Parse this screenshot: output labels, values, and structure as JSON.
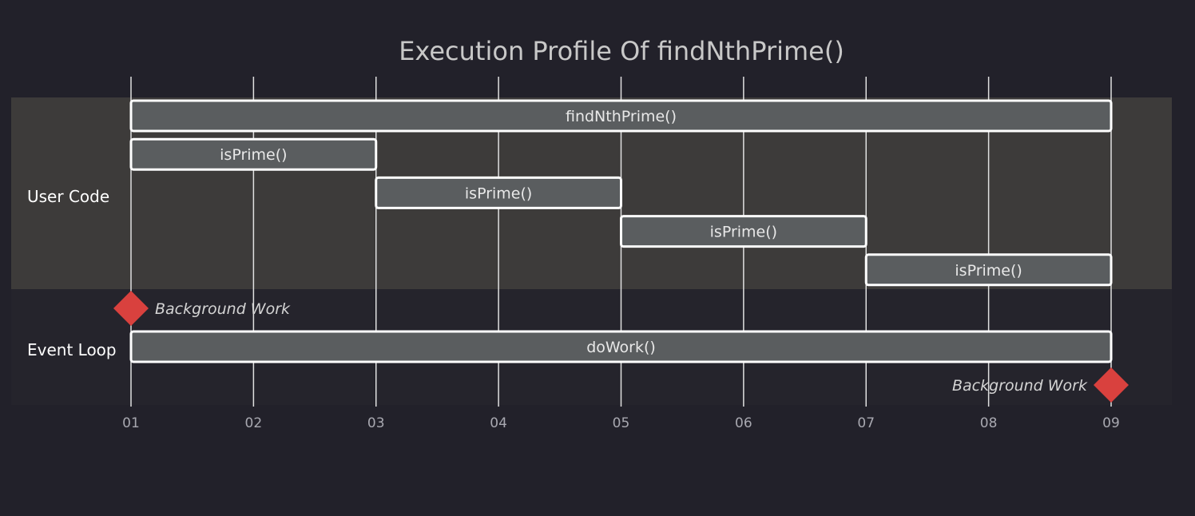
{
  "chart_data": {
    "type": "gantt",
    "title": "Execution Profile Of findNthPrime()",
    "x_ticks": [
      "01",
      "02",
      "03",
      "04",
      "05",
      "06",
      "07",
      "08",
      "09"
    ],
    "xlim": [
      1,
      9
    ],
    "grid": true,
    "colors": {
      "background": "#22212a",
      "section_user_code": "#3d3b3a",
      "section_event_loop": "#25242c",
      "task_fill": "#5a5d5f",
      "task_stroke": "#ffffff",
      "milestone": "#d9413e",
      "gridline": "#e0e0e0"
    },
    "sections": [
      {
        "name": "User Code",
        "tasks": [
          {
            "label": "findNthPrime()",
            "start": 1,
            "end": 9
          },
          {
            "label": "isPrime()",
            "start": 1,
            "end": 3
          },
          {
            "label": "isPrime()",
            "start": 3,
            "end": 5
          },
          {
            "label": "isPrime()",
            "start": 5,
            "end": 7
          },
          {
            "label": "isPrime()",
            "start": 7,
            "end": 9
          }
        ],
        "milestones": []
      },
      {
        "name": "Event Loop",
        "rows": [
          {
            "kind": "milestone",
            "label": "Background Work",
            "at": 1,
            "label_side": "right"
          },
          {
            "kind": "task",
            "label": "doWork()",
            "start": 1,
            "end": 9
          },
          {
            "kind": "milestone",
            "label": "Background Work",
            "at": 9,
            "label_side": "left"
          }
        ]
      }
    ]
  }
}
